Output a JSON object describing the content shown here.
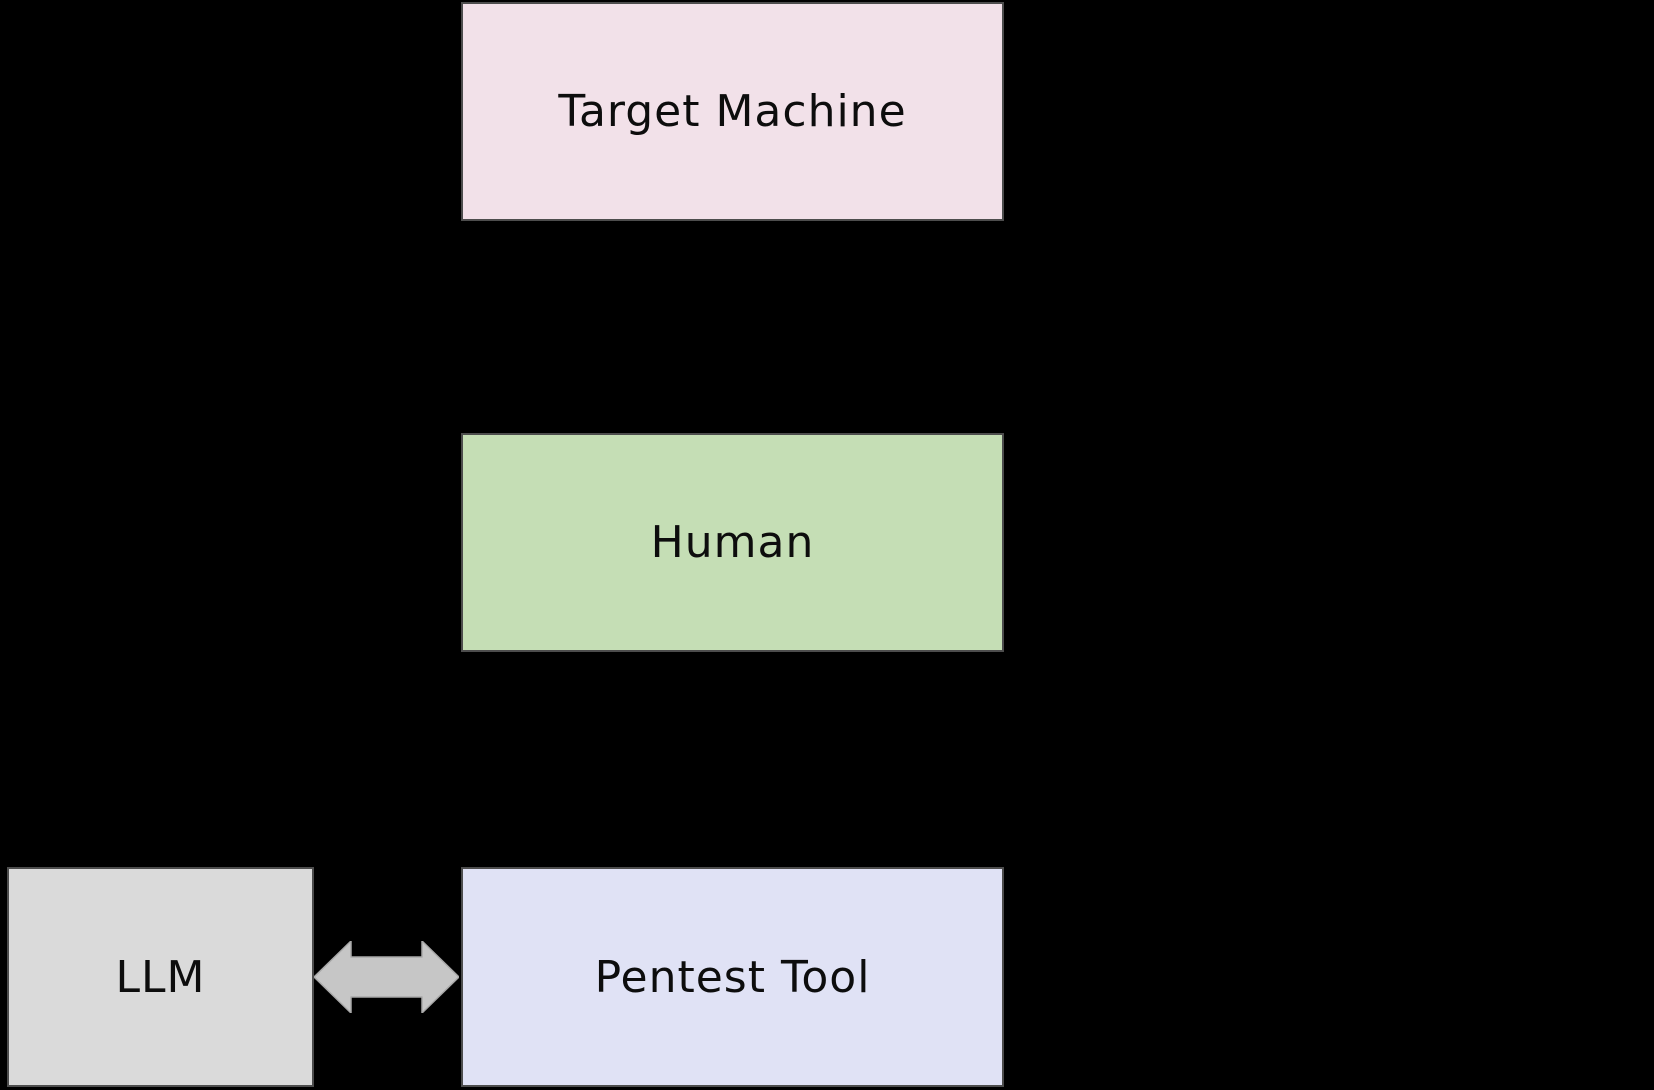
{
  "canvas": {
    "background": "#000000",
    "text_color": "#0d0d0d",
    "border_color": "#4d4d4d"
  },
  "nodes": {
    "target_machine": {
      "label": "Target Machine",
      "fill": "#f2e1e9"
    },
    "human": {
      "label": "Human",
      "fill": "#c5deb5"
    },
    "pentest_tool": {
      "label": "Pentest Tool",
      "fill": "#e0e2f5"
    },
    "llm": {
      "label": "LLM",
      "fill": "#dadada"
    }
  },
  "connectors": {
    "llm_pentest": {
      "type": "double-headed-arrow",
      "between": [
        "LLM",
        "Pentest Tool"
      ],
      "direction": "bidirectional",
      "fill": "#c6c6c6"
    }
  }
}
